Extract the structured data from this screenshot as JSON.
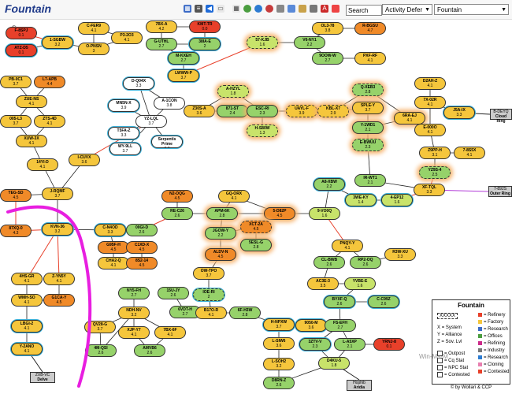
{
  "header": {
    "title": "Fountain",
    "search_value": "Search",
    "dropdown_1": "Activity Defer",
    "dropdown_2": "Fountain"
  },
  "colors": {
    "sec_red": "#e8402a",
    "sec_orange": "#f08a28",
    "sec_yellow": "#f5c63c",
    "sec_lime": "#c8e36a",
    "sec_green": "#96d26a",
    "sec_white": "#ffffff",
    "sec_hi": "#f4d23c"
  },
  "nodes": [
    {
      "id": "F-8SPJ",
      "sec": "0.1"
    },
    {
      "id": "ATZ-D5",
      "sec": "0.1"
    },
    {
      "id": "1-SGBW",
      "sec": "3.2"
    },
    {
      "id": "C-FER9",
      "sec": "4.1"
    },
    {
      "id": "P3-2O3",
      "sec": "4.1"
    },
    {
      "id": "O-PNSN",
      "sec": "3"
    },
    {
      "id": "7BX-A",
      "sec": "4.2"
    },
    {
      "id": "KMT-TR",
      "sec": "0.0"
    },
    {
      "id": "G-UTHL",
      "sec": "2.7"
    },
    {
      "id": "38IA-E",
      "sec": "2"
    },
    {
      "id": "M-KXEH",
      "sec": "2.7"
    },
    {
      "id": "LWWW-P",
      "sec": "3.7"
    },
    {
      "id": "57-KJB",
      "sec": "1.6"
    },
    {
      "id": "V6-NY1",
      "sec": "2.2"
    },
    {
      "id": "OL3-78",
      "sec": "3.8"
    },
    {
      "id": "R-BGSU",
      "sec": "4.7"
    },
    {
      "id": "9OOW-W",
      "sec": "2.7"
    },
    {
      "id": "PXF-RF",
      "sec": "4.1"
    },
    {
      "id": "PB-0C1",
      "sec": "3.7"
    },
    {
      "id": "L7-APB",
      "sec": "4.4"
    },
    {
      "id": "ZUE-NS",
      "sec": "4.1"
    },
    {
      "id": "ZTS-4D",
      "sec": "4.1"
    },
    {
      "id": "005-L3",
      "sec": "3.7"
    },
    {
      "id": "XUW-3X",
      "sec": "4.1"
    },
    {
      "id": "D-Q04X",
      "sec": "3.3"
    },
    {
      "id": "MN5N-X",
      "sec": "3.9"
    },
    {
      "id": "A-1CON",
      "sec": "3.8"
    },
    {
      "id": "YZ-LQL",
      "sec": "3.7"
    },
    {
      "id": "T5FA-Z",
      "sec": "3.3"
    },
    {
      "id": "WY-9LL",
      "sec": "3.7"
    },
    {
      "id": "Serpentis Prime",
      "sec": "3.7"
    },
    {
      "id": "A-HZYL",
      "sec": "1.8"
    },
    {
      "id": "Z30S-A",
      "sec": "3.6"
    },
    {
      "id": "871-ST",
      "sec": "2.4"
    },
    {
      "id": "ESC-RI",
      "sec": "2.3"
    },
    {
      "id": "H-S80W",
      "sec": "1.3"
    },
    {
      "id": "UAYL-F",
      "sec": "3.9"
    },
    {
      "id": "KBL-X7",
      "sec": "2.9"
    },
    {
      "id": "Q-XEB3",
      "sec": "2.8"
    },
    {
      "id": "SPLE-Y",
      "sec": "3.7"
    },
    {
      "id": "Y-1WD1",
      "sec": "2.1"
    },
    {
      "id": "6RA-EJ",
      "sec": "4.1"
    },
    {
      "id": "E-BWUU",
      "sec": "2.3"
    },
    {
      "id": "D2AH-Z",
      "sec": "4.1"
    },
    {
      "id": "7X-02R",
      "sec": "4.1"
    },
    {
      "id": "J5A-IX",
      "sec": "3.3"
    },
    {
      "id": "E-000O",
      "sec": "4.1"
    },
    {
      "id": "Z9PP-H",
      "sec": "3.1"
    },
    {
      "id": "7-8S5X",
      "sec": "4.1"
    },
    {
      "id": "YZ9S-4",
      "sec": "2.5"
    },
    {
      "id": "XF-TQL",
      "sec": "3.3"
    },
    {
      "id": "IR-WT1",
      "sec": "2.1"
    },
    {
      "id": "TEG-SD",
      "sec": "4.5"
    },
    {
      "id": "14YI-D",
      "sec": "4.1"
    },
    {
      "id": "I-CUVX",
      "sec": "3.6"
    },
    {
      "id": "J-RQMF",
      "sec": "3.7"
    },
    {
      "id": "N2-OQG",
      "sec": "4.5"
    },
    {
      "id": "GQ-ORX",
      "sec": "4.1"
    },
    {
      "id": "RE-C26",
      "sec": "2.6"
    },
    {
      "id": "APM-6K",
      "sec": "2.8"
    },
    {
      "id": "5-D82P",
      "sec": "4.5"
    },
    {
      "id": "9-VO0Q",
      "sec": "1.6"
    },
    {
      "id": "A8-XBW",
      "sec": "2.2"
    },
    {
      "id": "3WE-KY",
      "sec": "1.4"
    },
    {
      "id": "4-EP12",
      "sec": "1.6"
    },
    {
      "id": "87XQ-0",
      "sec": "4.3"
    },
    {
      "id": "KVN-36",
      "sec": "3.2"
    },
    {
      "id": "C-N4OD",
      "sec": "3.3"
    },
    {
      "id": "00GI-D",
      "sec": "2.6"
    },
    {
      "id": "G95F-H",
      "sec": "4.5"
    },
    {
      "id": "C1XD-X",
      "sec": "4.5"
    },
    {
      "id": "CHA2-Q",
      "sec": "4.1"
    },
    {
      "id": "8S2-14",
      "sec": "4.5"
    },
    {
      "id": "JGOW-Y",
      "sec": "2.2"
    },
    {
      "id": "XCT-2A",
      "sec": "4.5"
    },
    {
      "id": "5ESL-G",
      "sec": "2.8"
    },
    {
      "id": "ALDV-N",
      "sec": "4.5"
    },
    {
      "id": "PNQY-Y",
      "sec": "4.1"
    },
    {
      "id": "CL-BWB",
      "sec": "2.6"
    },
    {
      "id": "RP2-OQ",
      "sec": "2.6"
    },
    {
      "id": "R3W-XU",
      "sec": "3.3"
    },
    {
      "id": "4HS-GR",
      "sec": "4.1"
    },
    {
      "id": "Z-YN5Y",
      "sec": "4.1"
    },
    {
      "id": "WMH-SO",
      "sec": "4.1"
    },
    {
      "id": "G1CA-Y",
      "sec": "4.5"
    },
    {
      "id": "LBGI-2",
      "sec": "4.1"
    },
    {
      "id": "Y-2ANO",
      "sec": "4.1"
    },
    {
      "id": "OW-TPO",
      "sec": "3.7"
    },
    {
      "id": "IOE-RI",
      "sec": "2"
    },
    {
      "id": "NY5-FH",
      "sec": "2.7"
    },
    {
      "id": "15U-JY",
      "sec": "2.6"
    },
    {
      "id": "NDH-NV",
      "sec": "3.2"
    },
    {
      "id": "6VDT-H",
      "sec": "2.7"
    },
    {
      "id": "B17O-R",
      "sec": "4.1"
    },
    {
      "id": "6F-H3W",
      "sec": "2.8"
    },
    {
      "id": "QV28-G",
      "sec": "3.7"
    },
    {
      "id": "XJP-Y7",
      "sec": "4.1"
    },
    {
      "id": "7BX-6F",
      "sec": "4.1"
    },
    {
      "id": "4M-QSI",
      "sec": "2.6"
    },
    {
      "id": "AMVB6",
      "sec": "2.6"
    },
    {
      "id": "H-NPXW",
      "sec": "3.7"
    },
    {
      "id": "L-SIW6",
      "sec": "3.6"
    },
    {
      "id": "L-SOH2",
      "sec": "3.2"
    },
    {
      "id": "D8RN-Z",
      "sec": "2.6"
    },
    {
      "id": "AC3E-3",
      "sec": "3.5"
    },
    {
      "id": "YVBE-E",
      "sec": "1.6"
    },
    {
      "id": "BYXF-Q",
      "sec": "2.6"
    },
    {
      "id": "C-C99Z",
      "sec": "2.6"
    },
    {
      "id": "9050-M",
      "sec": "3.6"
    },
    {
      "id": "FS-EFH",
      "sec": "2.7"
    },
    {
      "id": "3ZTV-V",
      "sec": "2.3"
    },
    {
      "id": "L-A5XP",
      "sec": "2.1"
    },
    {
      "id": "YRNJ-8",
      "sec": "0.1"
    },
    {
      "id": "D4KU-5",
      "sec": "1.8"
    }
  ],
  "external": [
    {
      "name": "B-DEYQ",
      "sub": "Cloud Ring"
    },
    {
      "name": "7-892S",
      "sub": "Outer Ring"
    },
    {
      "name": "ZXB-VC",
      "sub": "Delve"
    },
    {
      "name": "Hophib",
      "sub": "Aridia"
    }
  ],
  "legend": {
    "title": "Fountain",
    "xxxxx_label": "XXXXX",
    "rows": [
      {
        "key": "X",
        "text": "= System"
      },
      {
        "key": "Y",
        "text": "= Alliance"
      },
      {
        "key": "Z",
        "text": "= Sov. Lvl"
      },
      {
        "key": "-",
        "text": "= Outpost"
      },
      {
        "key": "-",
        "text": "= Cq Stat"
      },
      {
        "key": "-",
        "text": "= NPC Stat"
      },
      {
        "key": "-",
        "text": "= Contested"
      }
    ],
    "right_rows": [
      "= Refinery",
      "= Factory",
      "= Research",
      "= Offices",
      "= Refining",
      "= Industry",
      "= Research",
      "= Cloning",
      "= Contested"
    ],
    "credit": "© by Wollari & CCP"
  },
  "watermark": "Win-Ma-M"
}
